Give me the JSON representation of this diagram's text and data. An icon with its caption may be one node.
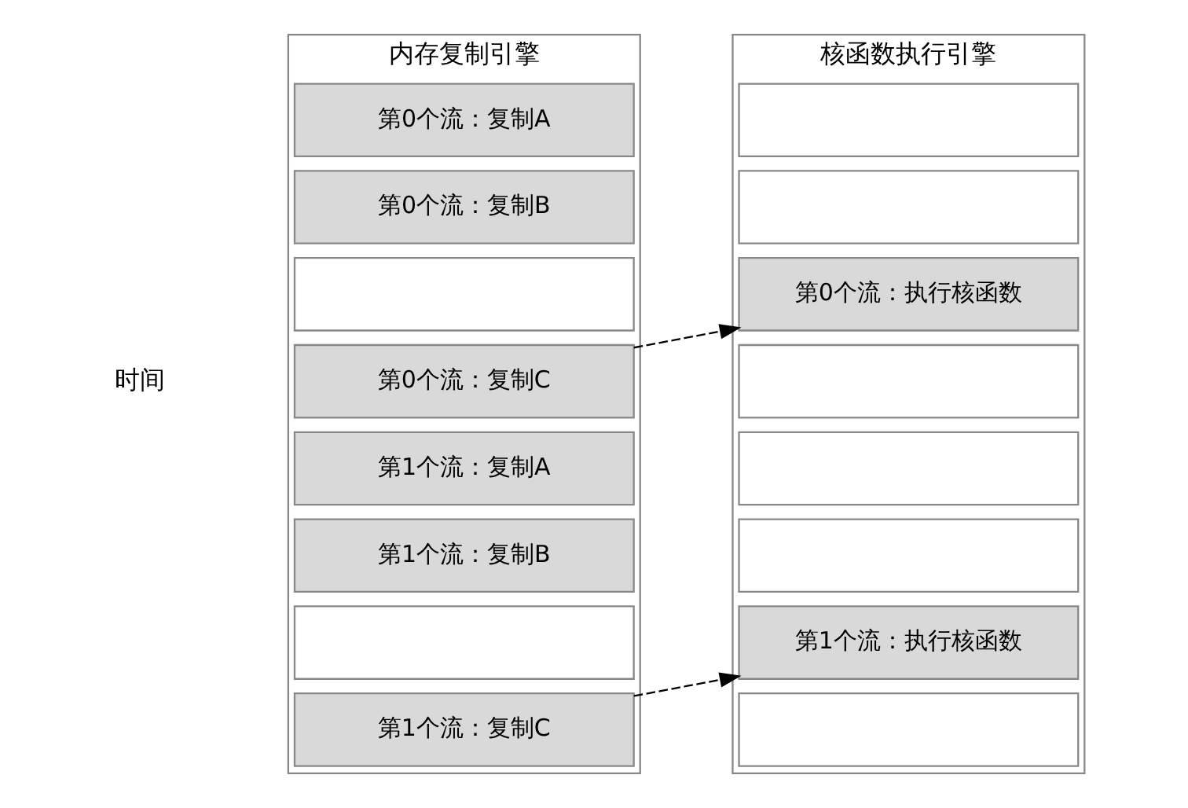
{
  "diagram": {
    "nodes": [
      {
        "text": [
          "内存复制引擎"
        ]
      },
      {
        "text": [
          "第0个流：复制A"
        ],
        "in": 0
      },
      {
        "text": [
          "第0个流：复制B"
        ],
        "in": 0
      },
      {
        "text": [],
        "shape": "box",
        "in": 0
      },
      {
        "text": [
          "第0个流：复制C"
        ],
        "in": 0
      },
      {
        "text": [
          "第1个流：复制A"
        ],
        "in": 0
      },
      {
        "text": [
          "第1个流：复制B"
        ],
        "in": 0
      },
      {
        "text": [],
        "shape": "box",
        "in": 0
      },
      {
        "text": [
          "第1个流：复制C"
        ],
        "in": 0
      },
      {
        "text": [
          "核函数执行引擎"
        ]
      },
      {
        "text": [],
        "shape": "box",
        "in": 9
      },
      {
        "text": [],
        "shape": "box",
        "in": 9
      },
      {
        "text": [
          "第0个流：执行核函数"
        ],
        "in": 9
      },
      {
        "text": [],
        "shape": "box",
        "in": 9
      },
      {
        "text": [],
        "shape": "box",
        "in": 9
      },
      {
        "text": [],
        "shape": "box",
        "in": 9
      },
      {
        "text": [
          "第1个流：执行核函数"
        ],
        "in": 9
      },
      {
        "text": [],
        "shape": "box",
        "in": 9
      }
    ],
    "edges": [
      {
        "from": 4,
        "to": 12,
        "arrow": "to",
        "style": "dashed"
      },
      {
        "from": 8,
        "to": 16,
        "arrow": "to",
        "style": "dashed"
      }
    ],
    "labels": [
      "时间"
    ]
  }
}
